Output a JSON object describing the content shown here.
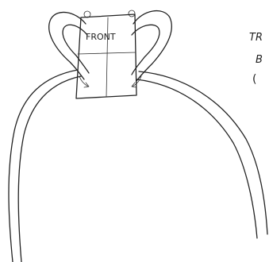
{
  "board": {
    "label": "FRONT"
  },
  "margin_note": {
    "line1": "TR",
    "line2": "B",
    "line3": "("
  },
  "colors": {
    "ink": "#222222",
    "paper": "#ffffff"
  }
}
